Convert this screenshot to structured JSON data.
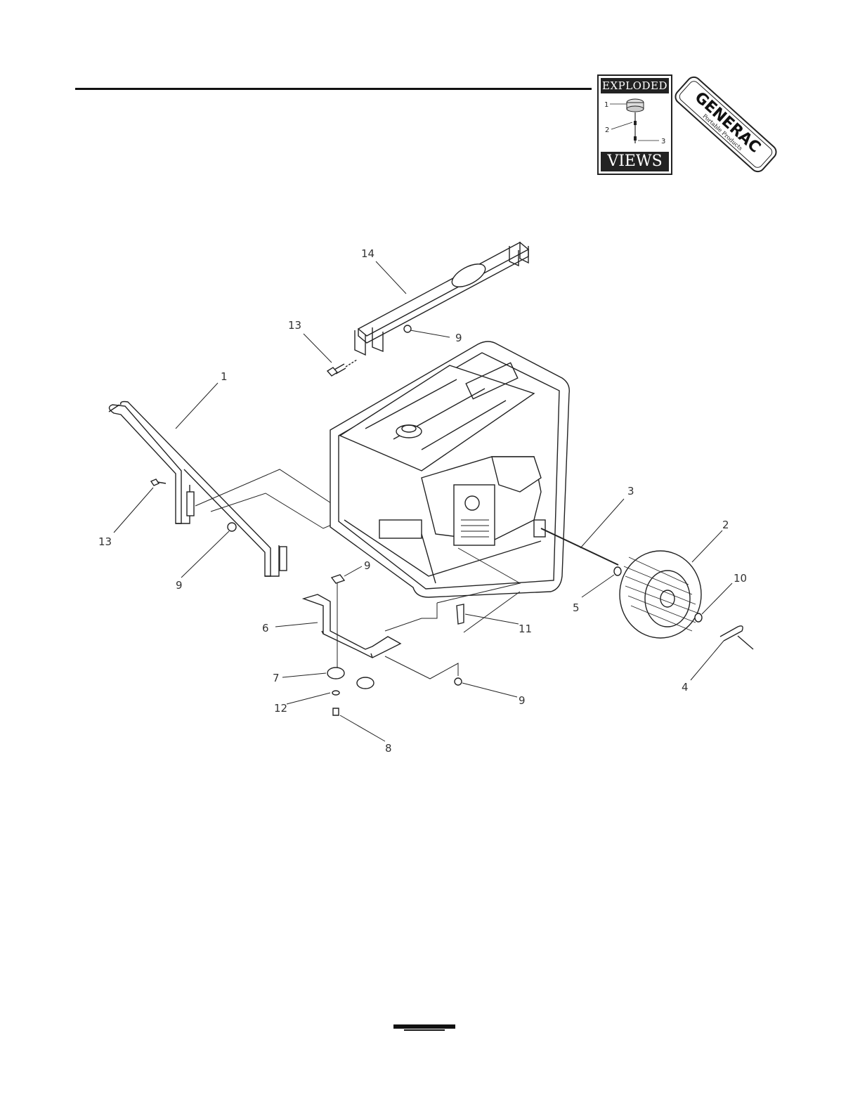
{
  "badge": {
    "top_label": "EXPLODED",
    "bottom_label": "VIEWS",
    "sample_callouts": [
      "1",
      "2",
      "3"
    ]
  },
  "logo": {
    "brand": "GENERAC",
    "tagline": "Portable Products"
  },
  "callouts": [
    "1",
    "2",
    "3",
    "4",
    "5",
    "6",
    "7",
    "8",
    "9",
    "10",
    "11",
    "12",
    "13",
    "14"
  ],
  "colors": {
    "ink": "#222222",
    "paper": "#ffffff"
  }
}
